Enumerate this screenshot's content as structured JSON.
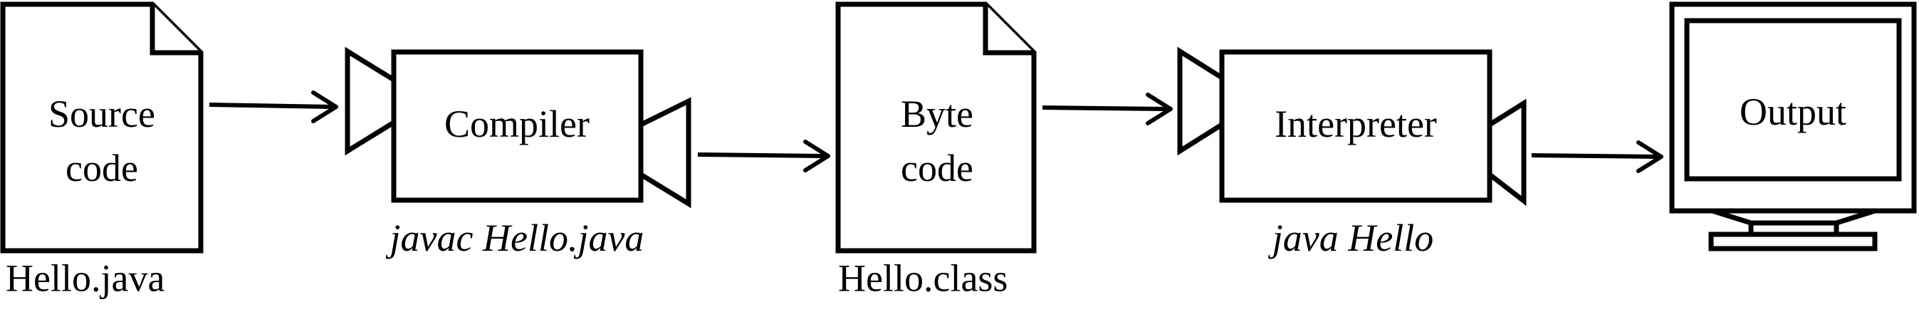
{
  "source": {
    "line1": "Source",
    "line2": "code",
    "filename": "Hello.java"
  },
  "compiler": {
    "label": "Compiler",
    "command": "javac Hello.java"
  },
  "bytecode": {
    "line1": "Byte",
    "line2": "code",
    "filename": "Hello.class"
  },
  "interpreter": {
    "label": "Interpreter",
    "command": "java Hello"
  },
  "output": {
    "label": "Output"
  }
}
